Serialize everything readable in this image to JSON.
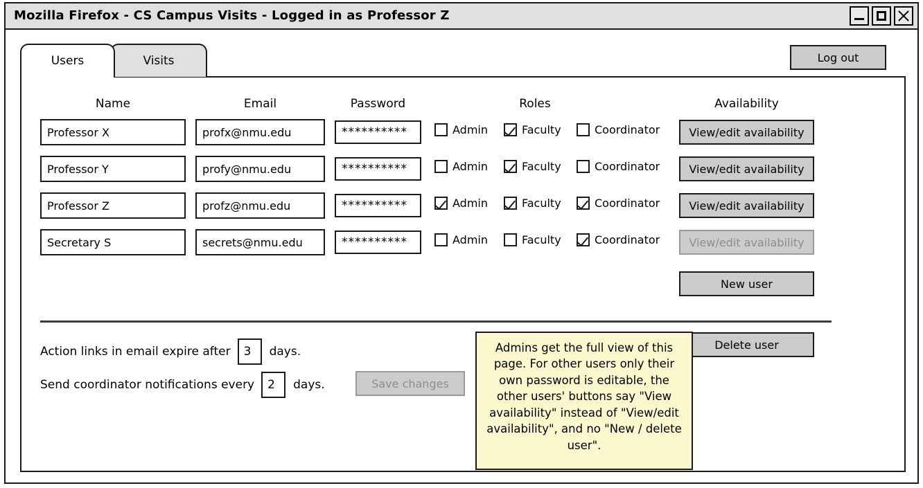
{
  "window": {
    "title": "Mozilla Firefox - CS Campus Visits - Logged in as Professor Z",
    "controls": {
      "minimize": "minimize-icon",
      "maximize": "maximize-icon",
      "close": "close-icon"
    }
  },
  "tabs": [
    {
      "label": "Users",
      "active": true
    },
    {
      "label": "Visits",
      "active": false
    }
  ],
  "header": {
    "logout_label": "Log out"
  },
  "table": {
    "columns": [
      "Name",
      "Email",
      "Password",
      "Roles",
      "Availability"
    ],
    "role_labels": [
      "Admin",
      "Faculty",
      "Coordinator"
    ],
    "rows": [
      {
        "name": "Professor X",
        "email": "profx@nmu.edu",
        "password": "**********",
        "roles": {
          "admin": false,
          "faculty": true,
          "coordinator": false
        },
        "availability_label": "View/edit availability",
        "availability_disabled": false
      },
      {
        "name": "Professor Y",
        "email": "profy@nmu.edu",
        "password": "**********",
        "roles": {
          "admin": false,
          "faculty": true,
          "coordinator": false
        },
        "availability_label": "View/edit availability",
        "availability_disabled": false
      },
      {
        "name": "Professor Z",
        "email": "profz@nmu.edu",
        "password": "**********",
        "roles": {
          "admin": true,
          "faculty": true,
          "coordinator": true
        },
        "availability_label": "View/edit availability",
        "availability_disabled": false
      },
      {
        "name": "Secretary S",
        "email": "secrets@nmu.edu",
        "password": "**********",
        "roles": {
          "admin": false,
          "faculty": false,
          "coordinator": true
        },
        "availability_label": "View/edit availability",
        "availability_disabled": true
      }
    ]
  },
  "actions": {
    "new_user_label": "New user",
    "delete_user_label": "Delete user",
    "save_changes_label": "Save changes"
  },
  "settings": {
    "expiry": {
      "prefix": "Action links in email expire after",
      "value": "3",
      "suffix": "days."
    },
    "notifications": {
      "prefix": "Send coordinator notifications every",
      "value": "2",
      "suffix": "days."
    }
  },
  "note": {
    "text": "Admins get the full view of this page. For other users only their own password is editable, the other users' buttons say \"View availability\" instead of \"View/edit availability\", and no \"New / delete user\"."
  },
  "colors": {
    "button_fill": "#cccccc",
    "inactive_tab": "#e0e0e0",
    "titlebar": "#e0e0e0",
    "note_fill": "#faf8cc",
    "outline": "#1a1a1a",
    "disabled_text": "#8d8d8d"
  }
}
